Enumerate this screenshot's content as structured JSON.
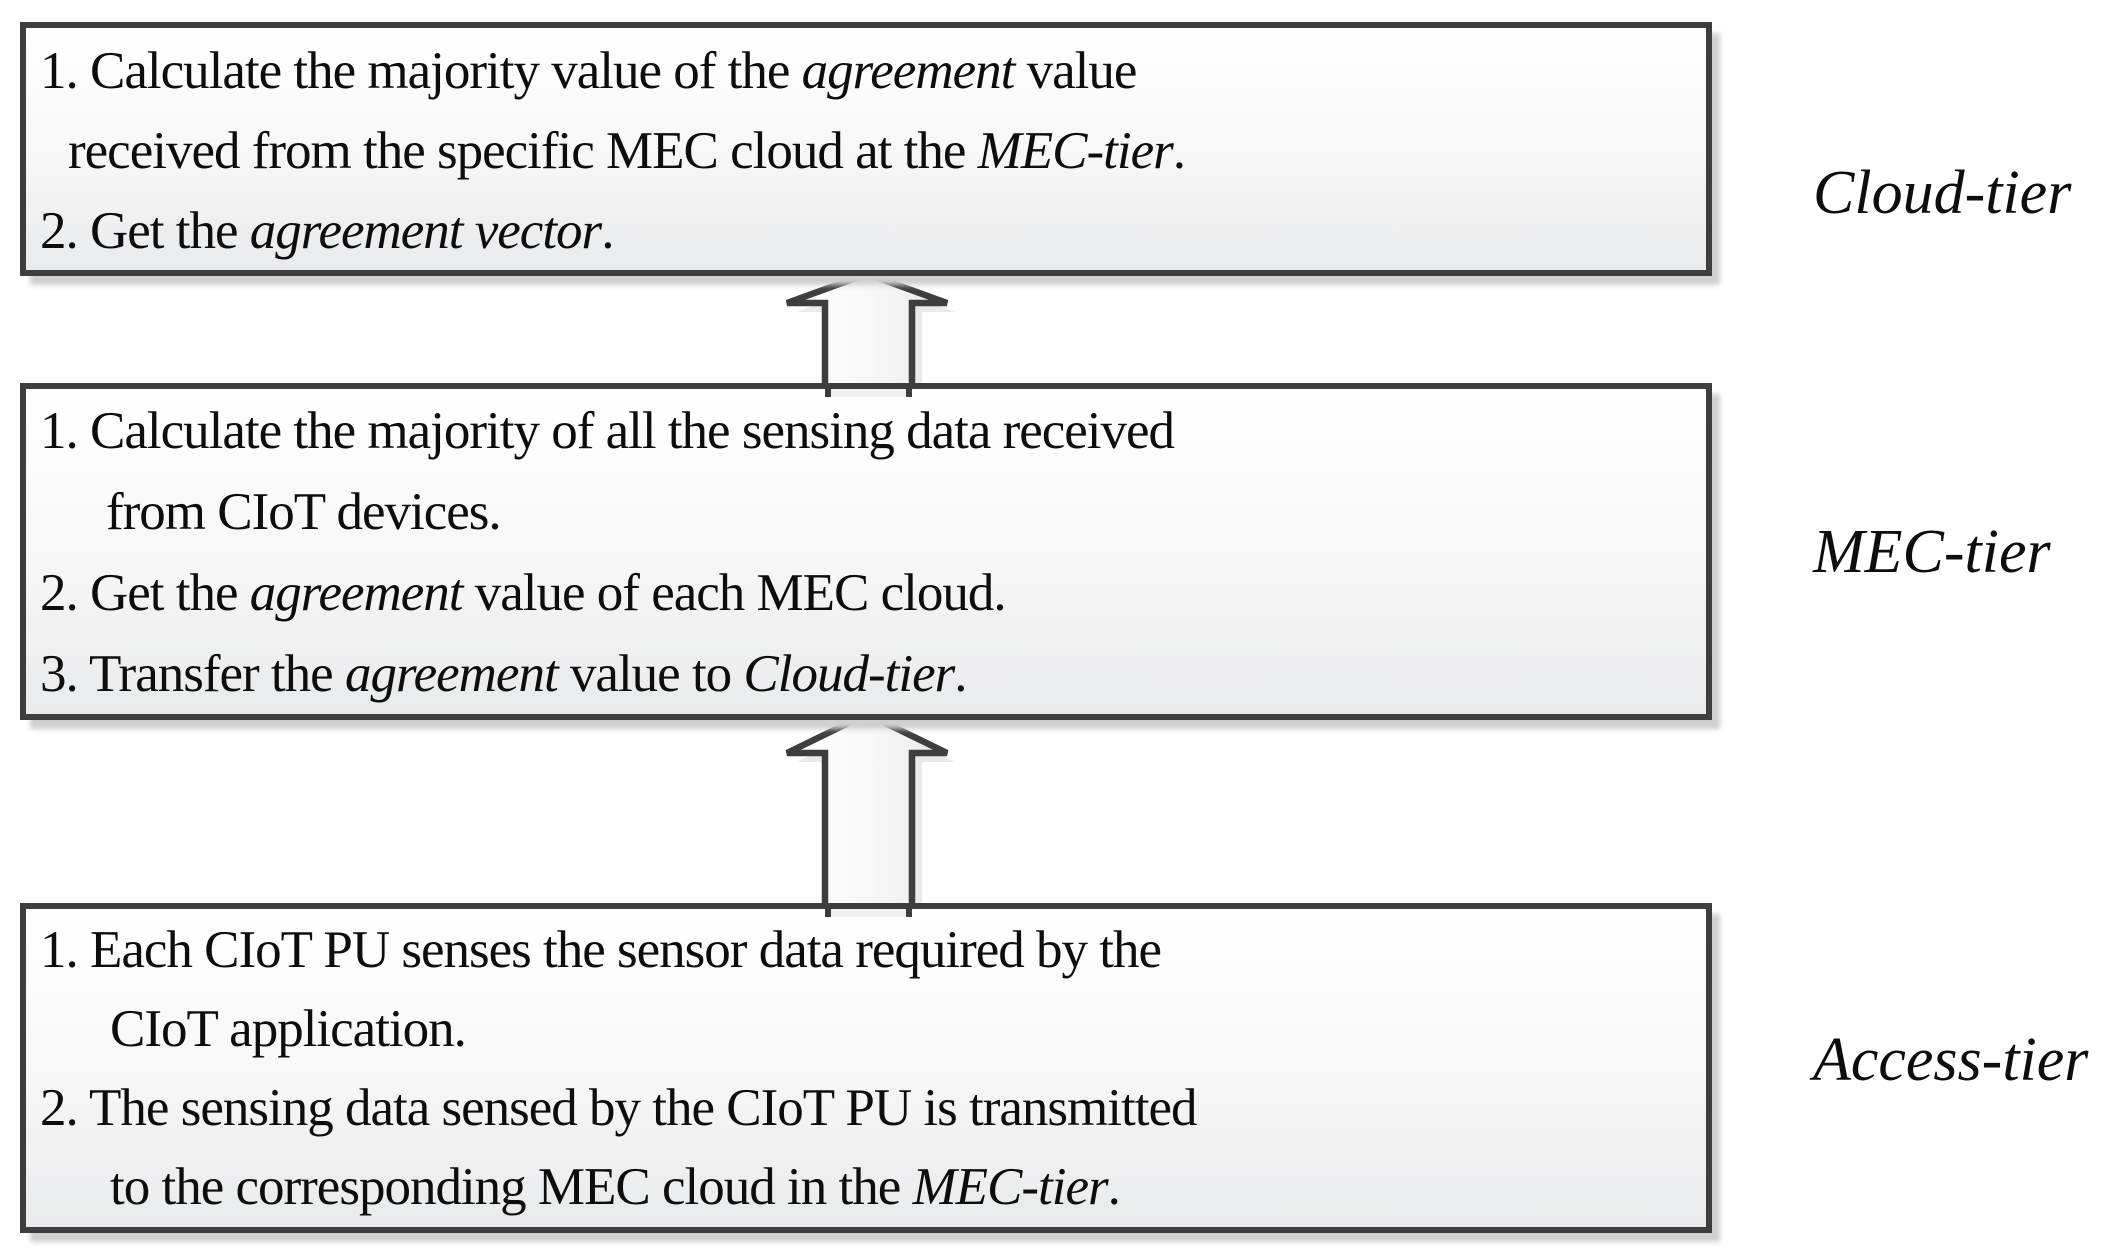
{
  "figure": {
    "background": "#ffffff",
    "border_color": "#3e3e3e",
    "text_color": "#0d0d0d",
    "box_gradient_top": "#ffffff",
    "box_gradient_bottom": "#e9eaeb",
    "shadow_color": "#cfcfcf"
  },
  "tiers": [
    {
      "label": "Cloud-tier",
      "box_lines": [
        {
          "indent": false,
          "segments": [
            {
              "text": "1. Calculate the majority value of the "
            },
            {
              "text": "agreement",
              "italic": true
            },
            {
              "text": " value"
            }
          ]
        },
        {
          "indent": true,
          "segments": [
            {
              "text": "received from the specific MEC cloud at the "
            },
            {
              "text": "MEC-tier",
              "italic": true
            },
            {
              "text": "."
            }
          ]
        },
        {
          "indent": false,
          "segments": [
            {
              "text": "2. Get the "
            },
            {
              "text": "agreement vector",
              "italic": true
            },
            {
              "text": "."
            }
          ]
        }
      ]
    },
    {
      "label": "MEC-tier",
      "box_lines": [
        {
          "indent": false,
          "segments": [
            {
              "text": "1. Calculate the majority of all the sensing data received"
            }
          ]
        },
        {
          "indent": true,
          "segments": [
            {
              "text": "from CIoT devices."
            }
          ]
        },
        {
          "indent": false,
          "segments": [
            {
              "text": "2. Get the "
            },
            {
              "text": "agreement",
              "italic": true
            },
            {
              "text": " value of each MEC cloud."
            }
          ]
        },
        {
          "indent": false,
          "segments": [
            {
              "text": "3. Transfer the "
            },
            {
              "text": "agreement",
              "italic": true
            },
            {
              "text": " value to "
            },
            {
              "text": "Cloud-tier",
              "italic": true
            },
            {
              "text": "."
            }
          ]
        }
      ]
    },
    {
      "label": "Access-tier",
      "box_lines": [
        {
          "indent": false,
          "segments": [
            {
              "text": "1. Each CIoT PU senses the sensor data required by the"
            }
          ]
        },
        {
          "indent": true,
          "segments": [
            {
              "text": "CIoT application."
            }
          ]
        },
        {
          "indent": false,
          "segments": [
            {
              "text": "2. The sensing data sensed by the CIoT PU is transmitted"
            }
          ]
        },
        {
          "indent": true,
          "segments": [
            {
              "text": "to the corresponding MEC cloud in the "
            },
            {
              "text": "MEC-tier",
              "italic": true
            },
            {
              "text": "."
            }
          ]
        }
      ]
    }
  ],
  "arrows": [
    {
      "name": "up-arrow-mec-to-cloud",
      "direction": "up"
    },
    {
      "name": "up-arrow-access-to-mec",
      "direction": "up"
    }
  ]
}
